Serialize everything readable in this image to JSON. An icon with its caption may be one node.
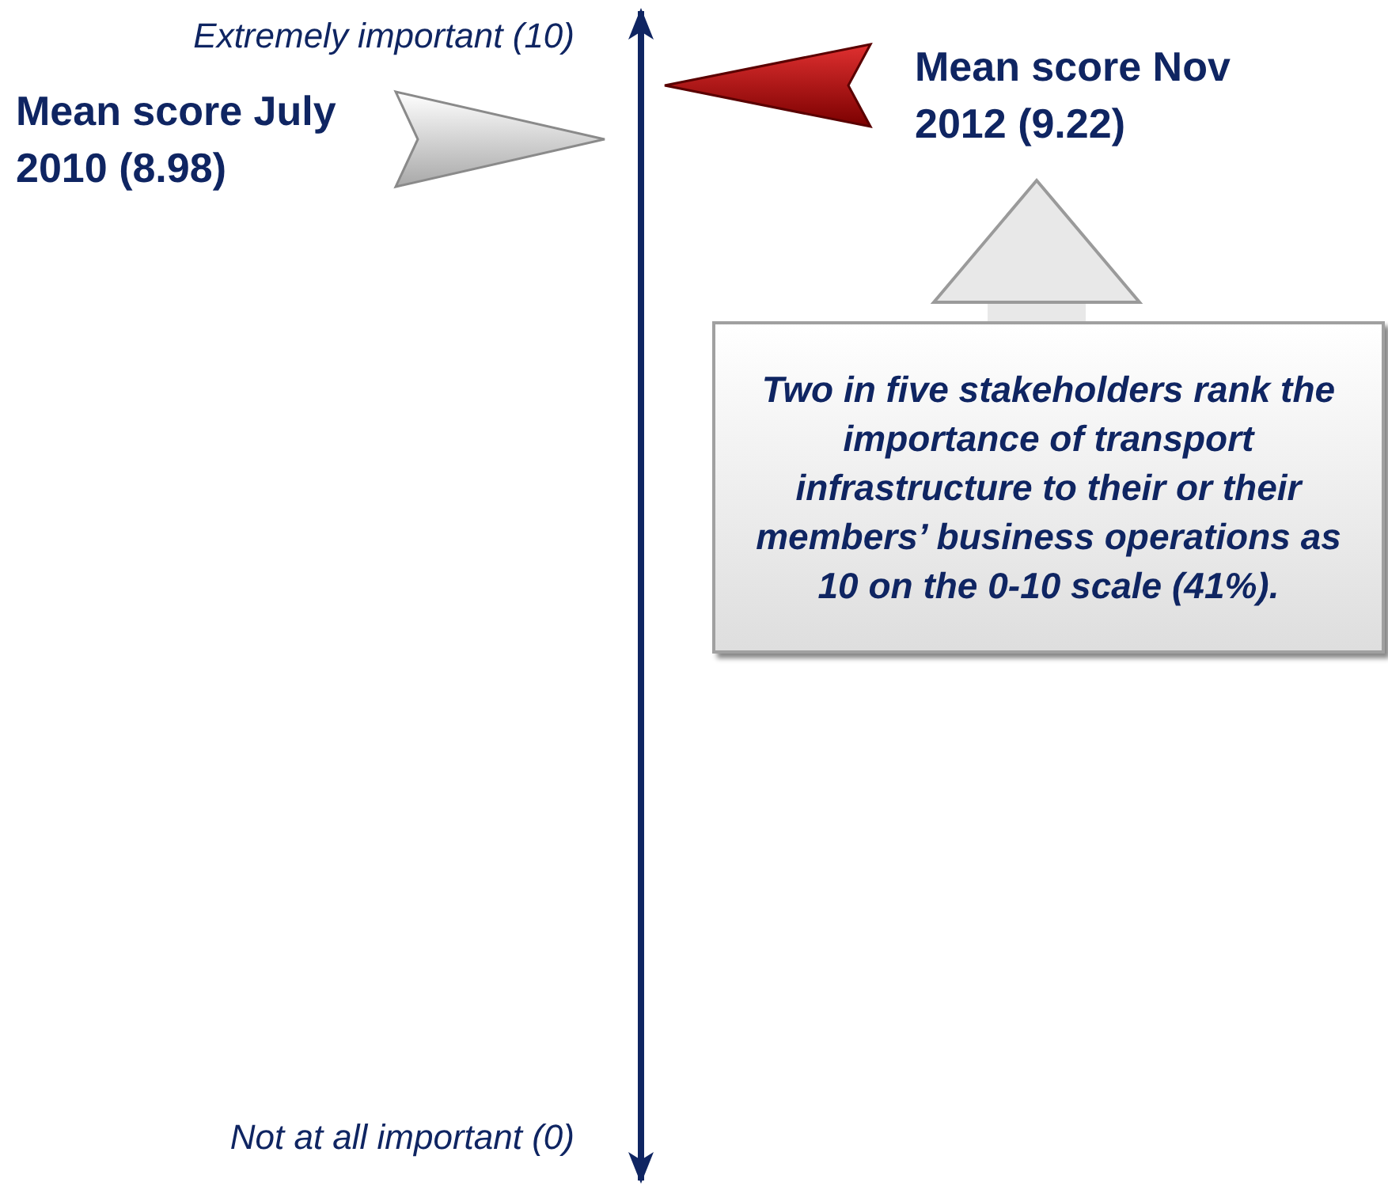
{
  "diagram": {
    "nodes": [
      {
        "text": [
          "Mean score July 2010 (8.98)"
        ]
      },
      {
        "text": [
          "Mean score Nov 2012 (9.22)"
        ]
      },
      {
        "text": [
          "Two in five stakeholders rank the importance of transport infrastructure to their or their members’ business operations as 10 on the 0-10 scale (41%)."
        ]
      }
    ],
    "edges": [
      {
        "from": 2,
        "to": 1,
        "arrow": "to"
      }
    ],
    "labels": [
      "Extremely important (10)",
      "Not at all important (0)"
    ]
  }
}
